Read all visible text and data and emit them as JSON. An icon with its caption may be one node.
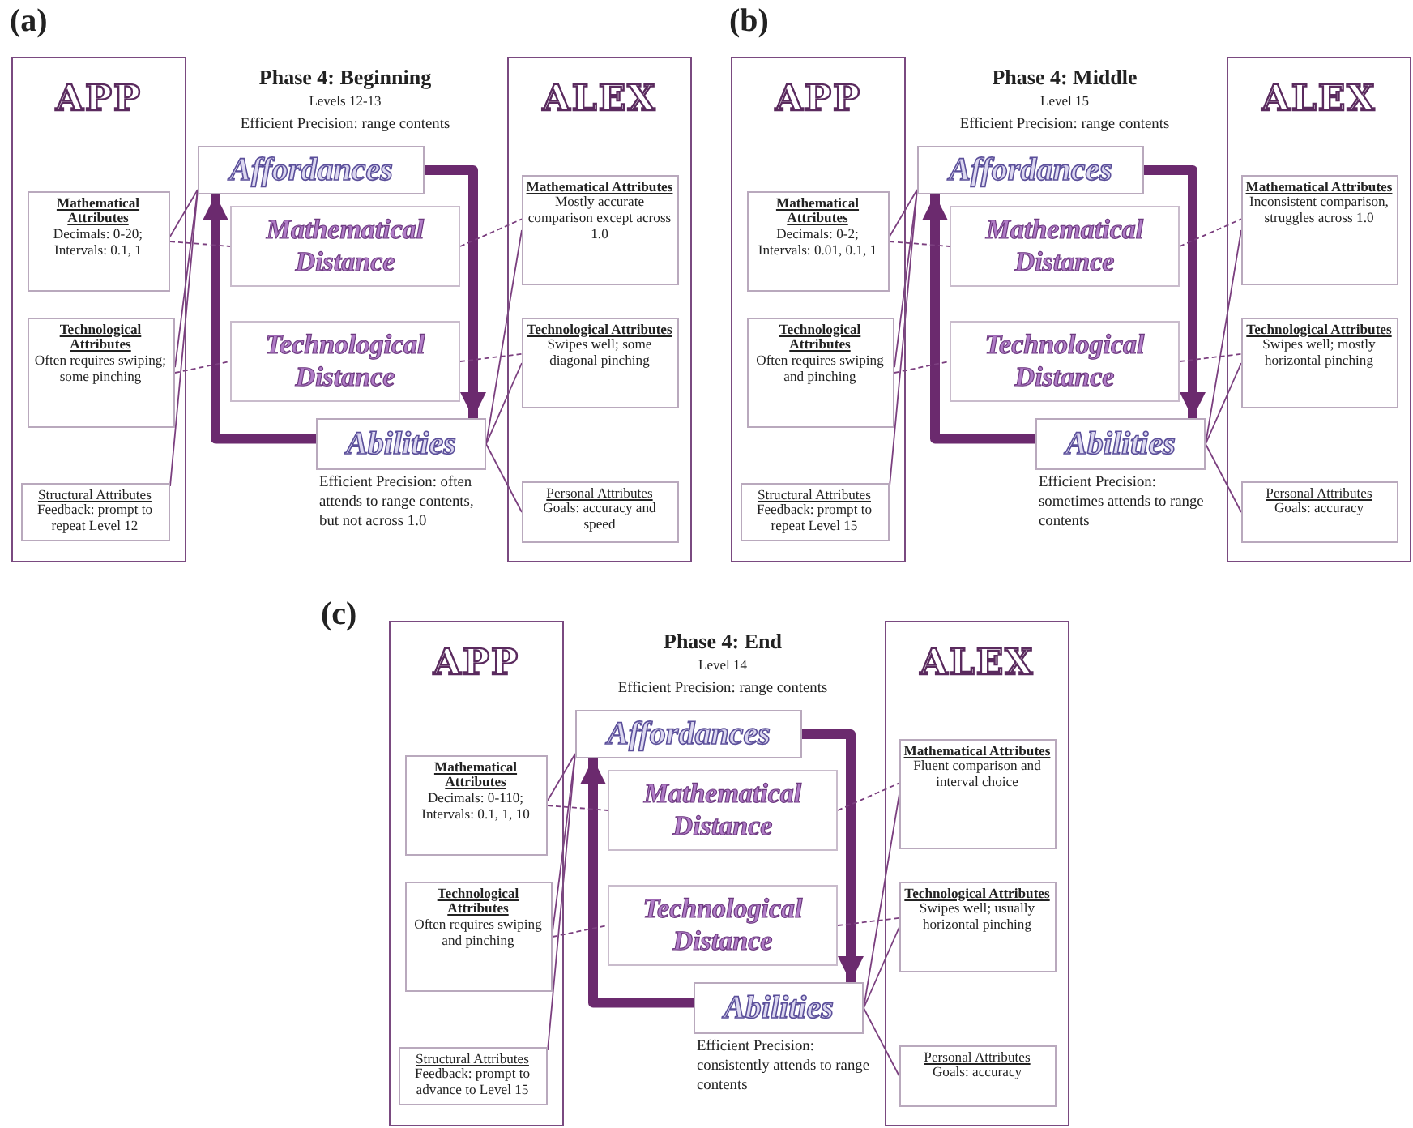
{
  "diagram": {
    "nodes": [
      {
        "text": [
          "APP"
        ]
      },
      {
        "text": [
          "Mathematical Attributes",
          "Decimals: 0-20; Intervals: 0.1, 1"
        ],
        "in": 0
      },
      {
        "text": [
          "Technological Attributes",
          "Often requires swiping; some pinching"
        ],
        "in": 0
      },
      {
        "text": [
          "Structural Attributes",
          "Feedback: prompt to repeat Level 12"
        ],
        "in": 0
      },
      {
        "text": [
          "Affordances"
        ],
        "beside": [
          "Efficient Precision: range contents"
        ]
      },
      {
        "text": [
          "Mathematical Distance"
        ]
      },
      {
        "text": [
          "Technological Distance"
        ]
      },
      {
        "text": [
          "Abilities"
        ],
        "beside": [
          "Efficient Precision: often attends to range contents, but not across 1.0"
        ]
      },
      {
        "text": [
          "ALEX"
        ]
      },
      {
        "text": [
          "Mathematical Attributes",
          "Mostly accurate comparison except across 1.0"
        ],
        "in": 8
      },
      {
        "text": [
          "Technological Attributes",
          "Swipes well; some diagonal pinching"
        ],
        "in": 8
      },
      {
        "text": [
          "Personal Attributes",
          "Goals: accuracy and speed"
        ],
        "in": 8
      },
      {
        "text": [
          "APP"
        ]
      },
      {
        "text": [
          "Mathematical Attributes",
          "Decimals: 0-2; Intervals: 0.01, 0.1, 1"
        ],
        "in": 12
      },
      {
        "text": [
          "Technological Attributes",
          "Often requires swiping and pinching"
        ],
        "in": 12
      },
      {
        "text": [
          "Structural Attributes",
          "Feedback: prompt to repeat Level 15"
        ],
        "in": 12
      },
      {
        "text": [
          "Affordances"
        ],
        "beside": [
          "Efficient Precision: range contents"
        ]
      },
      {
        "text": [
          "Mathematical Distance"
        ]
      },
      {
        "text": [
          "Technological Distance"
        ]
      },
      {
        "text": [
          "Abilities"
        ],
        "beside": [
          "Efficient Precision: sometimes attends to range contents"
        ]
      },
      {
        "text": [
          "ALEX"
        ]
      },
      {
        "text": [
          "Mathematical Attributes",
          "Inconsistent comparison, struggles across 1.0"
        ],
        "in": 20
      },
      {
        "text": [
          "Technological Attributes",
          "Swipes well; mostly horizontal pinching"
        ],
        "in": 20
      },
      {
        "text": [
          "Personal Attributes",
          "Goals: accuracy"
        ],
        "in": 20
      },
      {
        "text": [
          "APP"
        ]
      },
      {
        "text": [
          "Mathematical Attributes",
          "Decimals: 0-110; Intervals: 0.1, 1, 10"
        ],
        "in": 24
      },
      {
        "text": [
          "Technological Attributes",
          "Often requires swiping and pinching"
        ],
        "in": 24
      },
      {
        "text": [
          "Structural Attributes",
          "Feedback: prompt to advance to Level 15"
        ],
        "in": 24
      },
      {
        "text": [
          "Affordances"
        ],
        "beside": [
          "Efficient Precision: range contents"
        ]
      },
      {
        "text": [
          "Mathematical Distance"
        ]
      },
      {
        "text": [
          "Technological Distance"
        ]
      },
      {
        "text": [
          "Abilities"
        ],
        "beside": [
          "Efficient Precision: consistently attends to range contents"
        ]
      },
      {
        "text": [
          "ALEX"
        ]
      },
      {
        "text": [
          "Mathematical Attributes",
          "Fluent comparison and interval choice"
        ],
        "in": 32
      },
      {
        "text": [
          "Technological Attributes",
          "Swipes well; usually horizontal pinching"
        ],
        "in": 32
      },
      {
        "text": [
          "Personal Attributes",
          "Goals: accuracy"
        ],
        "in": 32
      }
    ],
    "edges": [
      {
        "from": 4,
        "to": 7,
        "arrow": "to",
        "style": "thick"
      },
      {
        "from": 7,
        "to": 4,
        "arrow": "to",
        "style": "thick"
      },
      {
        "from": 1,
        "to": 4,
        "arrow": "none"
      },
      {
        "from": 2,
        "to": 4,
        "arrow": "none"
      },
      {
        "from": 3,
        "to": 4,
        "arrow": "none"
      },
      {
        "from": 1,
        "to": 5,
        "arrow": "none",
        "style": "dashed"
      },
      {
        "from": 2,
        "to": 6,
        "arrow": "none",
        "style": "dashed"
      },
      {
        "from": 5,
        "to": 9,
        "arrow": "none",
        "style": "dashed"
      },
      {
        "from": 6,
        "to": 10,
        "arrow": "none",
        "style": "dashed"
      },
      {
        "from": 7,
        "to": 9,
        "arrow": "none"
      },
      {
        "from": 7,
        "to": 10,
        "arrow": "none"
      },
      {
        "from": 7,
        "to": 11,
        "arrow": "none"
      },
      {
        "from": 16,
        "to": 19,
        "arrow": "to",
        "style": "thick"
      },
      {
        "from": 19,
        "to": 16,
        "arrow": "to",
        "style": "thick"
      },
      {
        "from": 13,
        "to": 16,
        "arrow": "none"
      },
      {
        "from": 14,
        "to": 16,
        "arrow": "none"
      },
      {
        "from": 15,
        "to": 16,
        "arrow": "none"
      },
      {
        "from": 13,
        "to": 17,
        "arrow": "none",
        "style": "dashed"
      },
      {
        "from": 14,
        "to": 18,
        "arrow": "none",
        "style": "dashed"
      },
      {
        "from": 17,
        "to": 21,
        "arrow": "none",
        "style": "dashed"
      },
      {
        "from": 18,
        "to": 22,
        "arrow": "none",
        "style": "dashed"
      },
      {
        "from": 19,
        "to": 21,
        "arrow": "none"
      },
      {
        "from": 19,
        "to": 22,
        "arrow": "none"
      },
      {
        "from": 19,
        "to": 23,
        "arrow": "none"
      },
      {
        "from": 28,
        "to": 31,
        "arrow": "to",
        "style": "thick"
      },
      {
        "from": 31,
        "to": 28,
        "arrow": "to",
        "style": "thick"
      },
      {
        "from": 25,
        "to": 28,
        "arrow": "none"
      },
      {
        "from": 26,
        "to": 28,
        "arrow": "none"
      },
      {
        "from": 27,
        "to": 28,
        "arrow": "none"
      },
      {
        "from": 25,
        "to": 29,
        "arrow": "none",
        "style": "dashed"
      },
      {
        "from": 26,
        "to": 30,
        "arrow": "none",
        "style": "dashed"
      },
      {
        "from": 29,
        "to": 33,
        "arrow": "none",
        "style": "dashed"
      },
      {
        "from": 30,
        "to": 34,
        "arrow": "none",
        "style": "dashed"
      },
      {
        "from": 31,
        "to": 33,
        "arrow": "none"
      },
      {
        "from": 31,
        "to": 34,
        "arrow": "none"
      },
      {
        "from": 31,
        "to": 35,
        "arrow": "none"
      }
    ],
    "labels": [
      "(a)",
      "Phase 4: Beginning",
      "Levels 12-13",
      "(b)",
      "Phase 4: Middle",
      "Level 15",
      "(c)",
      "Phase 4: End",
      "Level 14"
    ]
  }
}
